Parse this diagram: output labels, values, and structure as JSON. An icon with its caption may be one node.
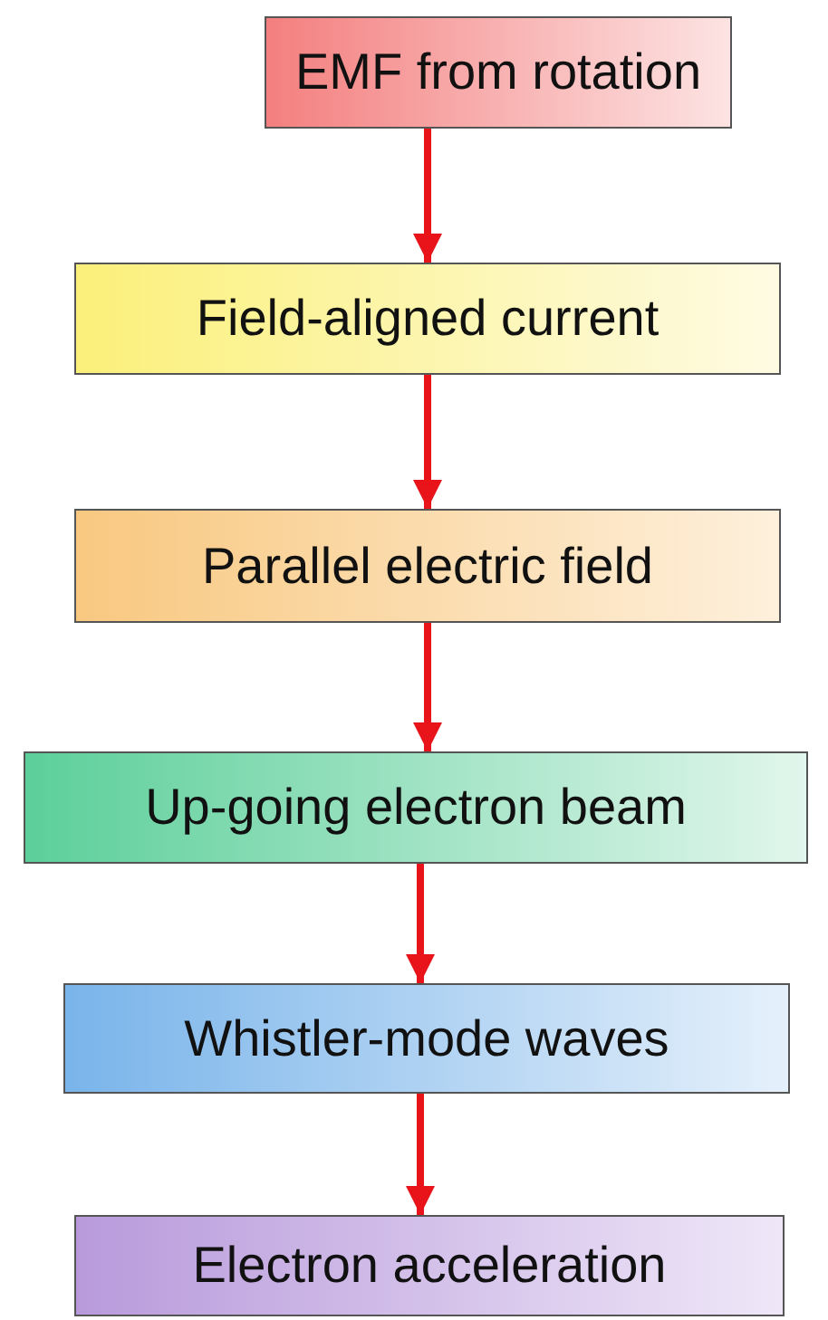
{
  "diagram": {
    "nodes": [
      {
        "text": [
          "EMF from rotation"
        ]
      },
      {
        "text": [
          "Field-aligned current"
        ]
      },
      {
        "text": [
          "Parallel electric field"
        ]
      },
      {
        "text": [
          "Up-going electron beam"
        ]
      },
      {
        "text": [
          "Whistler-mode waves"
        ]
      },
      {
        "text": [
          "Electron acceleration"
        ]
      }
    ],
    "edges": [
      {
        "from": 0,
        "to": 1,
        "arrow": "to"
      },
      {
        "from": 1,
        "to": 2,
        "arrow": "to"
      },
      {
        "from": 2,
        "to": 3,
        "arrow": "to"
      },
      {
        "from": 3,
        "to": 4,
        "arrow": "to"
      },
      {
        "from": 4,
        "to": 5,
        "arrow": "to"
      }
    ]
  }
}
